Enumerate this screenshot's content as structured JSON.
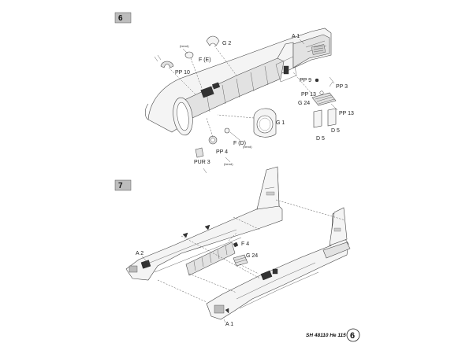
{
  "steps": [
    {
      "number": "6"
    },
    {
      "number": "7"
    }
  ],
  "step6_labels": {
    "g2": "G 2",
    "a1": "A 1",
    "fe": "F (E)",
    "pp10": "PP 10",
    "pp9": "PP 9",
    "pp13a": "PP 13",
    "pp3": "PP 3",
    "pp13b": "PP 13",
    "g24": "G 24",
    "g1": "G 1",
    "d5a": "D 5",
    "d5b": "D 5",
    "fd": "F (D)",
    "pp4": "PP 4",
    "pur3": "PUR 3",
    "tiny": [
      "(bend)",
      "(bend)",
      "(bend)"
    ]
  },
  "step7_labels": {
    "a2": "A 2",
    "f4": "F 4",
    "g24": "G 24",
    "a1": "A 1"
  },
  "footer": {
    "kit": "SH 48110 He 115",
    "page": "6"
  }
}
